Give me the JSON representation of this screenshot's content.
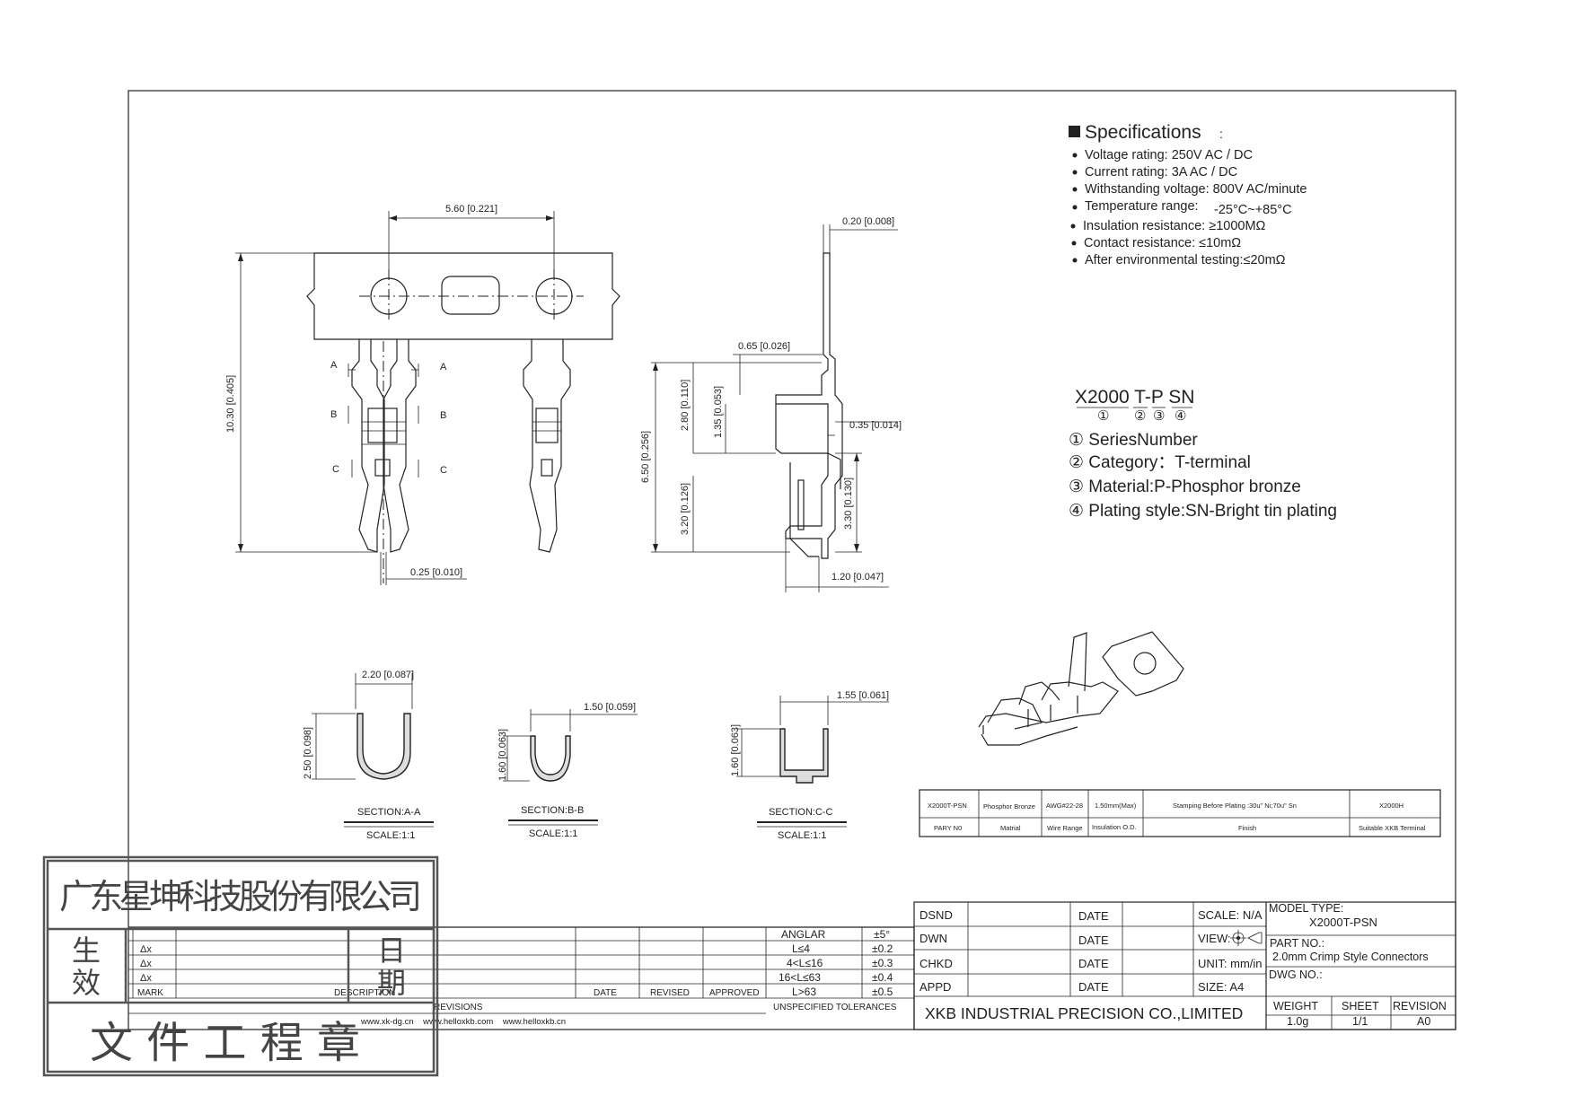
{
  "specifications": {
    "title": "Specifications",
    "colon": ":",
    "items": [
      "Voltage rating: 250V AC / DC",
      "Current rating: 3A  AC / DC",
      "Withstanding voltage: 800V AC/minute",
      "Temperature range:",
      "Insulation resistance:  ≥1000MΩ",
      "Contact resistance:   ≤10mΩ",
      "After environmental testing:≤20mΩ"
    ],
    "temperature_value": "-25°C~+85°C"
  },
  "part_code": {
    "code": "X2000 T-P SN",
    "markers": [
      "①",
      "②",
      "③",
      "④"
    ],
    "legend": [
      "① SeriesNumber",
      "② Category：T-terminal",
      "③ Material:P-Phosphor bronze",
      "④ Plating style:SN-Bright tin plating"
    ]
  },
  "dimensions": {
    "top_width": "5.60 [0.221]",
    "overall_height": "10.30 [0.405]",
    "tip_width": "0.25 [0.010]",
    "sheet_thickness": "0.20 [0.008]",
    "dim_065": "0.65 [0.026]",
    "dim_280": "2.80 [0.110]",
    "dim_135": "1.35 [0.053]",
    "dim_650": "6.50 [0.256]",
    "dim_035": "0.35 [0.014]",
    "dim_320": "3.20 [0.126]",
    "dim_330": "3.30 [0.130]",
    "dim_120": "1.20 [0.047]",
    "section_labels": [
      "A",
      "B",
      "C"
    ]
  },
  "sections": [
    {
      "title": "SECTION:A-A",
      "scale": "SCALE:1:1",
      "width": "2.20 [0.087]",
      "height": "2.50 [0.098]"
    },
    {
      "title": "SECTION:B-B",
      "scale": "SCALE:1:1",
      "width": "1.50 [0.059]",
      "height": "1.60 [0.063]"
    },
    {
      "title": "SECTION:C-C",
      "scale": "SCALE:1:1",
      "width": "1.55 [0.061]",
      "height": "1.60 [0.063]"
    }
  ],
  "spec_table": {
    "values": [
      "X2000T-PSN",
      "Phosphor Bronze",
      "AWG#22-28",
      "1.50mm(Max)",
      "Stamping Before Plating :30u\" Ni;70u\" Sn",
      "X2000H"
    ],
    "headers": [
      "PARY N0",
      "Matrial",
      "Wire Range",
      "Insulation O.D.",
      "Finish",
      "Suitable XKB Terminal"
    ]
  },
  "stamp": {
    "company": "广东星坤科技股份有限公司",
    "effective": [
      "生",
      "效"
    ],
    "date_chars": [
      "日",
      "期"
    ],
    "doc_stamp": "文 件 工 程 章"
  },
  "revision_block": {
    "marks": [
      "Δx",
      "Δx",
      "Δx"
    ],
    "mark_label": "MARK",
    "description_label": "DESCRIPTION",
    "date_label": "DATE",
    "revised_label": "REVISED",
    "approved_label": "APPROVED",
    "revisions_label": "REVISIONS",
    "websites": "www.xk-dg.cn    www.helloxkb.com    www.helloxkb.cn"
  },
  "tolerances": {
    "rows": [
      [
        "ANGLAR",
        "±5°"
      ],
      [
        "L≤4",
        "±0.2"
      ],
      [
        "4<L≤16",
        "±0.3"
      ],
      [
        "16<L≤63",
        "±0.4"
      ],
      [
        "L>63",
        "±0.5"
      ]
    ],
    "label": "UNSPECIFIED TOLERANCES"
  },
  "title_block": {
    "dsnd": "DSND",
    "dwn": "DWN",
    "chkd": "CHKD",
    "appd": "APPD",
    "date": "DATE",
    "scale": "SCALE: N/A",
    "view": "VIEW:",
    "unit": "UNIT: mm/in",
    "size": "SIZE: A4",
    "model_type_label": "MODEL TYPE:",
    "model_type": "X2000T-PSN",
    "part_no_label": "PART NO.:",
    "part_no": "2.0mm Crimp Style Connectors",
    "dwg_no_label": "DWG NO.:",
    "company": "XKB INDUSTRIAL PRECISION CO.,LIMITED",
    "weight_label": "WEIGHT",
    "weight": "1.0g",
    "sheet_label": "SHEET",
    "sheet": "1/1",
    "revision_label": "REVISION",
    "revision": "A0"
  }
}
